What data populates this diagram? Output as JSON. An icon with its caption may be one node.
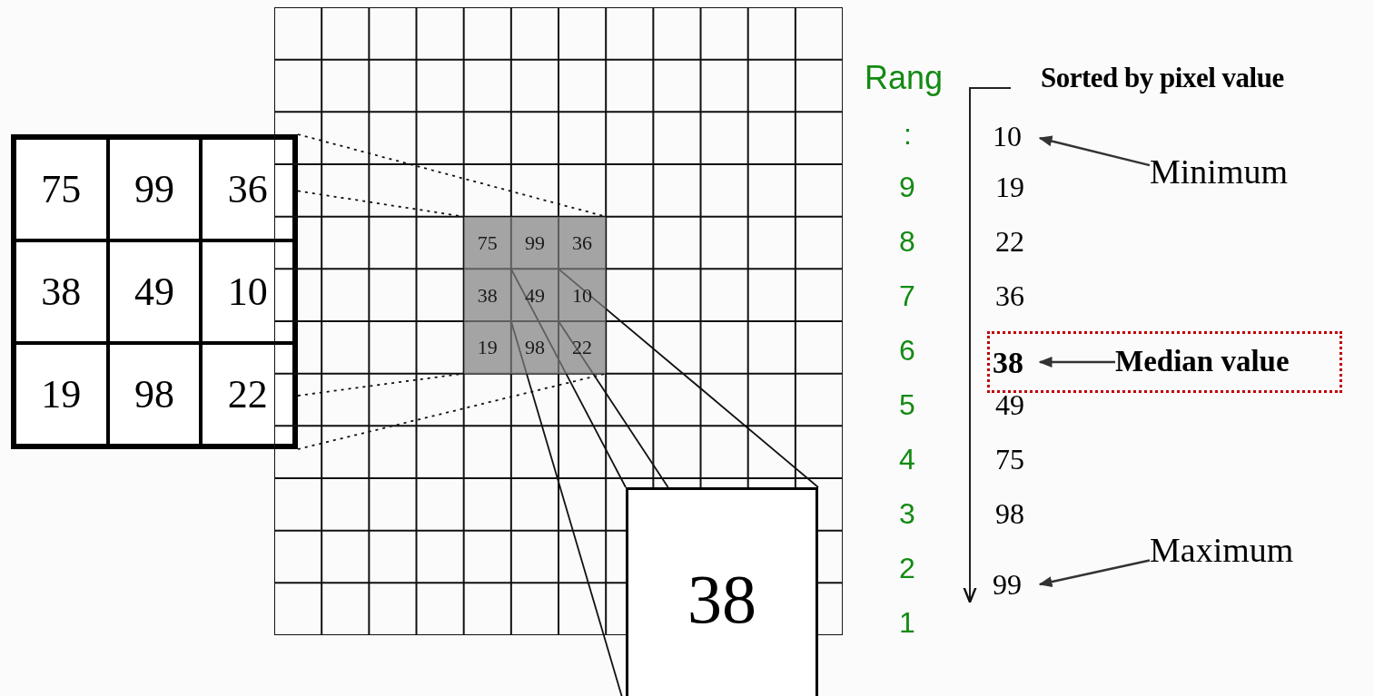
{
  "diagram": {
    "nodes": [
      {
        "text": [],
        "shape": "box"
      },
      {
        "text": [
          "75"
        ],
        "in": 0
      },
      {
        "text": [
          "99"
        ],
        "in": 0
      },
      {
        "text": [
          "36"
        ],
        "in": 0
      },
      {
        "text": [
          "38"
        ],
        "in": 0
      },
      {
        "text": [
          "49"
        ],
        "in": 0
      },
      {
        "text": [
          "10"
        ],
        "in": 0
      },
      {
        "text": [
          "19"
        ],
        "in": 0
      },
      {
        "text": [
          "98"
        ],
        "in": 0
      },
      {
        "text": [
          "22"
        ],
        "in": 0
      },
      {
        "text": [],
        "shape": "grid"
      },
      {
        "text": [],
        "shape": "box",
        "in": 10
      },
      {
        "text": [
          "75"
        ],
        "in": 11
      },
      {
        "text": [
          "99"
        ],
        "in": 11
      },
      {
        "text": [
          "36"
        ],
        "in": 11
      },
      {
        "text": [
          "38"
        ],
        "in": 11
      },
      {
        "text": [
          "49"
        ],
        "in": 11
      },
      {
        "text": [
          "10"
        ],
        "in": 11
      },
      {
        "text": [
          "19"
        ],
        "in": 11
      },
      {
        "text": [
          "98"
        ],
        "in": 11
      },
      {
        "text": [
          "22"
        ],
        "in": 11
      },
      {
        "text": [
          "38"
        ]
      },
      {
        "text": [
          "10"
        ]
      },
      {
        "text": [
          "Minimum"
        ]
      },
      {
        "text": [],
        "shape": "box"
      },
      {
        "text": [
          "38"
        ],
        "in": 24
      },
      {
        "text": [
          "Median value"
        ],
        "in": 24
      },
      {
        "text": [
          "99"
        ]
      },
      {
        "text": [
          "Maximum"
        ]
      }
    ],
    "edges": [
      {
        "from": 0,
        "to": 11,
        "arrow": "none",
        "style": "dashed"
      },
      {
        "from": 0,
        "to": 11,
        "arrow": "none",
        "style": "dashed"
      },
      {
        "from": 0,
        "to": 11,
        "arrow": "none",
        "style": "dashed"
      },
      {
        "from": 0,
        "to": 11,
        "arrow": "none",
        "style": "dashed"
      },
      {
        "from": 16,
        "to": 21,
        "arrow": "none"
      },
      {
        "from": 16,
        "to": 21,
        "arrow": "none"
      },
      {
        "from": 16,
        "to": 21,
        "arrow": "none"
      },
      {
        "from": 16,
        "to": 21,
        "arrow": "none"
      },
      {
        "from": 23,
        "to": 22,
        "arrow": "to"
      },
      {
        "from": 26,
        "to": 25,
        "arrow": "to"
      },
      {
        "from": 28,
        "to": 27,
        "arrow": "to"
      }
    ],
    "labels": [
      "Rang",
      "Sorted by pixel value",
      ":",
      "9",
      "8",
      "7",
      "6",
      "5",
      "4",
      "3",
      "2",
      "1",
      "19",
      "22",
      "36",
      "49",
      "75",
      "98"
    ]
  }
}
